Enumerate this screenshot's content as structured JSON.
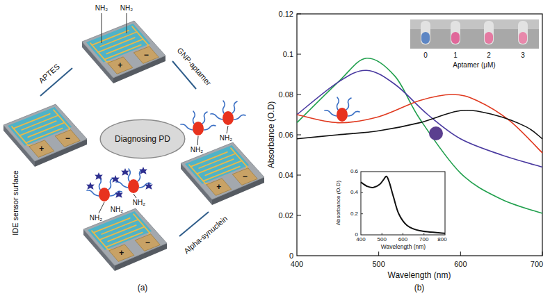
{
  "diagram": {
    "nodes": [
      {
        "text": [
          "Diagnosing PD"
        ]
      }
    ],
    "labels": [
      "NH₂",
      "NH₂",
      "+",
      "−",
      "+",
      "−",
      "NH₂",
      "NH₂",
      "+",
      "−",
      "NH₂",
      "NH₂",
      "NH₂",
      "+",
      "−",
      "APTES",
      "GNP-aptamer",
      "Alpha-synuclein",
      "IDE sensor surface",
      "(a)",
      "0.12",
      "0.1",
      "0.08",
      "0.06",
      "0.04",
      "0.02",
      "0",
      "400",
      "500",
      "600",
      "700",
      "Absorbance (O.D)",
      "Wavelength (nm)",
      "0",
      "1",
      "2",
      "3",
      "Aptamer (μM)",
      "0.6",
      "0.4",
      "0.2",
      "0",
      "400",
      "500",
      "600",
      "700",
      "800",
      "Absorbance (O.D)",
      "Wavelength (nm)",
      "(b)"
    ]
  }
}
